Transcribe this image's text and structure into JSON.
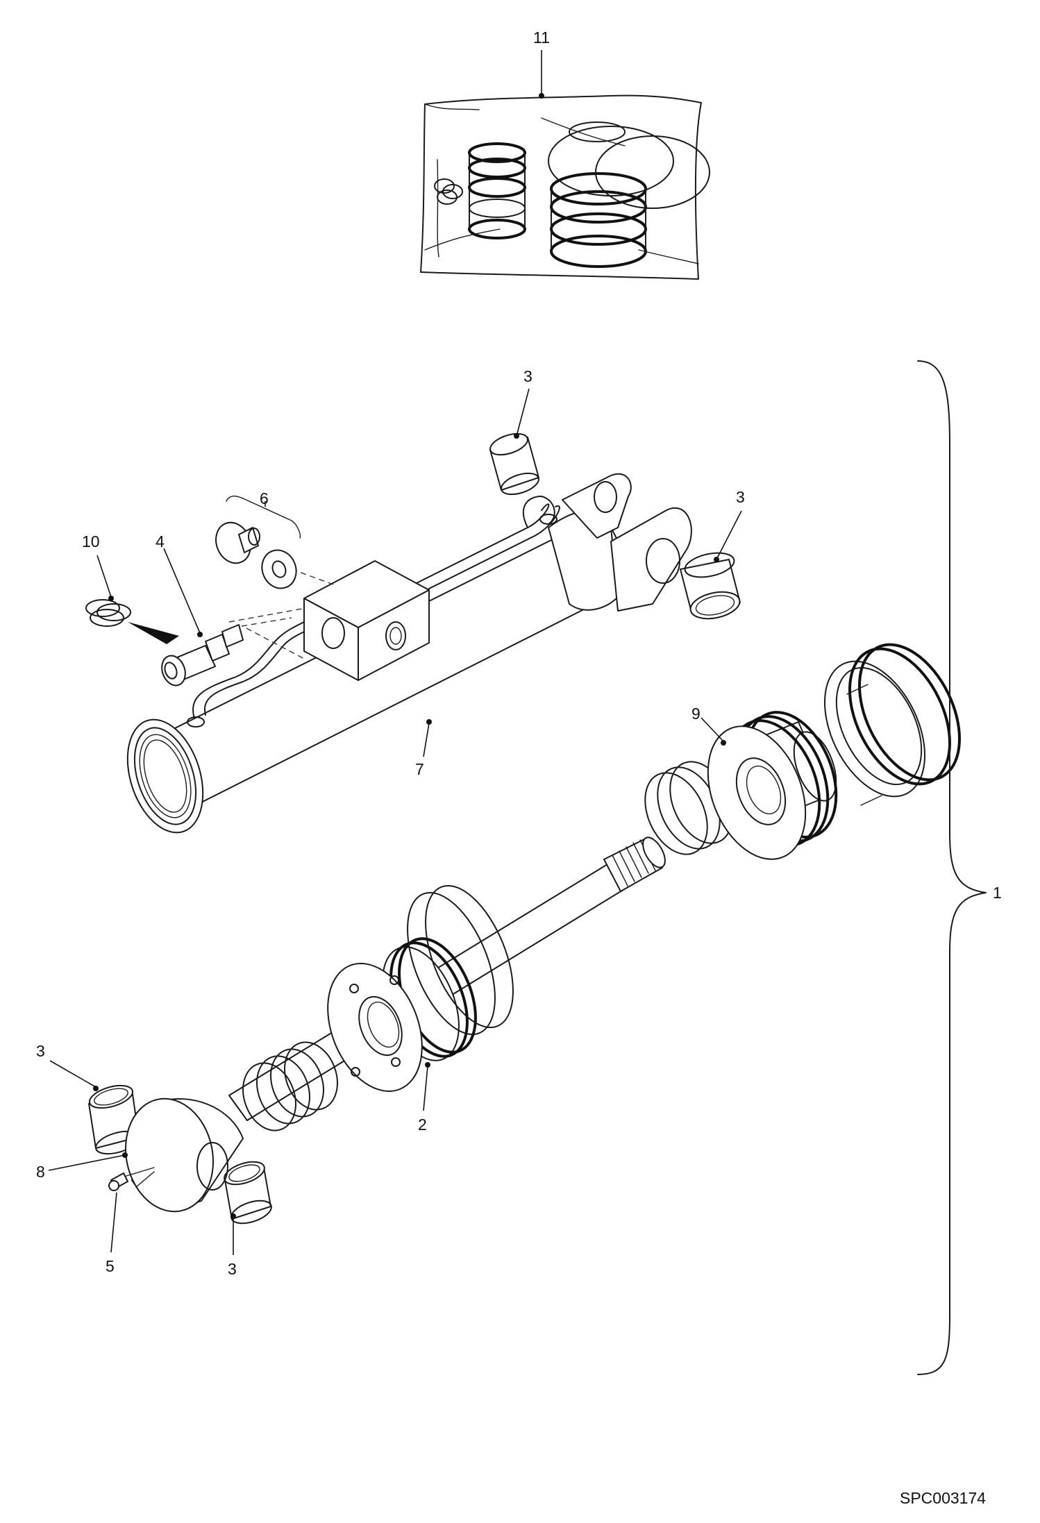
{
  "callouts": {
    "c1": "1",
    "c2": "2",
    "c3a": "3",
    "c3b": "3",
    "c3c": "3",
    "c3d": "3",
    "c4": "4",
    "c5": "5",
    "c6": "6",
    "c7": "7",
    "c8": "8",
    "c9": "9",
    "c10": "10",
    "c11": "11"
  },
  "reference_code": "SPC003174"
}
